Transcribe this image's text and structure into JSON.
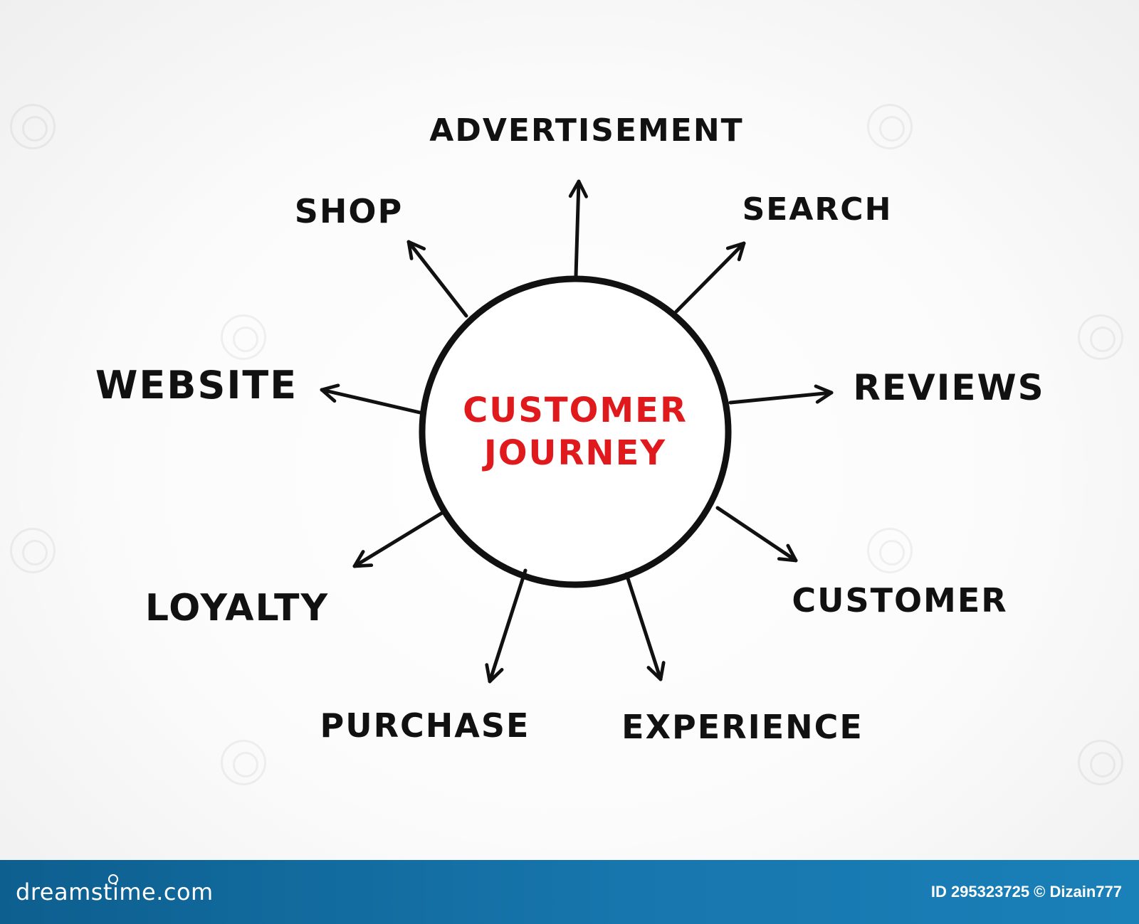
{
  "diagram": {
    "center_title": [
      "CUSTOMER",
      "JOURNEY"
    ],
    "nodes": [
      {
        "id": "advertisement",
        "label": "ADVERTISEMENT"
      },
      {
        "id": "search",
        "label": "SEARCH"
      },
      {
        "id": "reviews",
        "label": "REVIEWS"
      },
      {
        "id": "customer",
        "label": "CUSTOMER"
      },
      {
        "id": "experience",
        "label": "EXPERIENCE"
      },
      {
        "id": "purchase",
        "label": "PURCHASE"
      },
      {
        "id": "loyalty",
        "label": "LOYALTY"
      },
      {
        "id": "website",
        "label": "WEBSITE"
      },
      {
        "id": "shop",
        "label": "SHOP"
      }
    ],
    "colors": {
      "ink": "#111111",
      "center_text": "#e0191d",
      "footer_bg": "#1776ad"
    }
  },
  "footer": {
    "logo": "dreamstime.com",
    "credit": "ID 295323725 © Dizain777"
  }
}
